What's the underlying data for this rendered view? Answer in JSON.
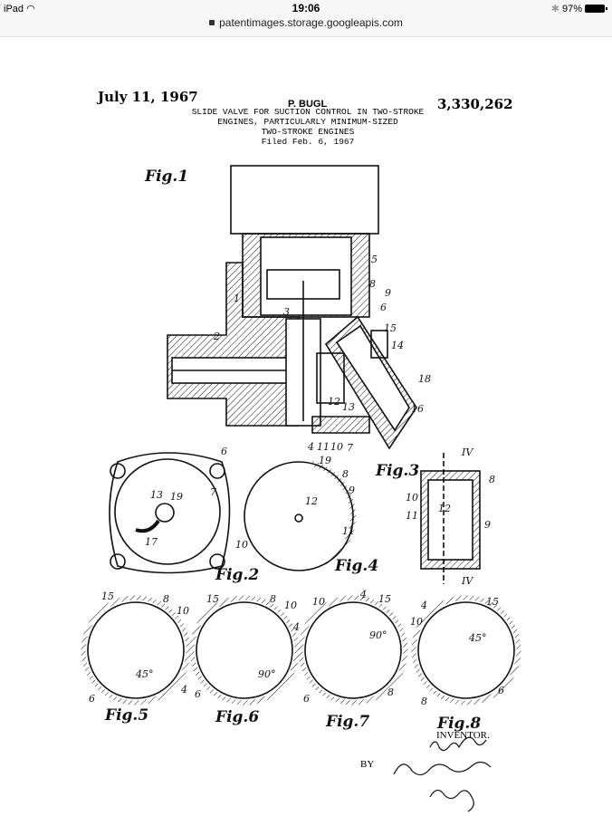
{
  "status_bar": {
    "device": "iPad",
    "time": "19:06",
    "battery": "97%",
    "url": "patentimages.storage.googleapis.com"
  },
  "patent": {
    "date": "July 11, 1967",
    "inventor": "P. BUGL",
    "number": "3,330,262",
    "title_lines": [
      "SLIDE VALVE FOR SUCTION CONTROL IN TWO-STROKE",
      "ENGINES, PARTICULARLY MINIMUM-SIZED",
      "TWO-STROKE ENGINES",
      "Filed Feb. 6, 1967"
    ],
    "inventor_label": "INVENTOR.",
    "by_label": "BY",
    "signatures": [
      "Paul Bugl",
      "Ernest G. Montague",
      "attorney"
    ]
  },
  "figures": {
    "fig1": "Fig.1",
    "fig2": "Fig.2",
    "fig3": "Fig.3",
    "fig4": "Fig.4",
    "fig5": "Fig.5",
    "fig6": "Fig.6",
    "fig7": "Fig.7",
    "fig8": "Fig.8"
  },
  "labels": {
    "fig1": [
      "1",
      "2",
      "3",
      "5",
      "8",
      "9",
      "6",
      "15",
      "14",
      "18",
      "12",
      "13",
      "16",
      "4",
      "11",
      "10",
      "7",
      "19"
    ],
    "fig2": [
      "6",
      "7",
      "13",
      "19",
      "17"
    ],
    "fig3": [
      "IV",
      "8",
      "10",
      "11",
      "12",
      "9",
      "IV"
    ],
    "fig4": [
      "8",
      "9",
      "12",
      "10",
      "11"
    ],
    "fig5": [
      "15",
      "8",
      "10",
      "45°",
      "4",
      "6"
    ],
    "fig6": [
      "15",
      "8",
      "10",
      "4",
      "90°",
      "6"
    ],
    "fig7": [
      "10",
      "4",
      "15",
      "90°",
      "6",
      "8"
    ],
    "fig8": [
      "4",
      "15",
      "10",
      "45°",
      "8",
      "6"
    ]
  }
}
